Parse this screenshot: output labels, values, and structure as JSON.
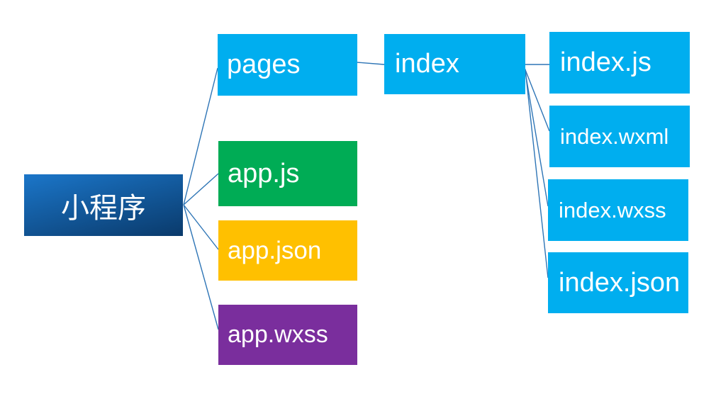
{
  "diagram": {
    "title": "",
    "connector_color": "#2e75b6",
    "root": {
      "label": "小程序",
      "color_top": "#1b76c9",
      "color_bottom": "#0a3a6b"
    },
    "nodes": {
      "pages": {
        "label": "pages",
        "color": "#00aeef"
      },
      "app_js": {
        "label": "app.js",
        "color": "#00ac55"
      },
      "app_json": {
        "label": "app.json",
        "color": "#ffc000"
      },
      "app_wxss": {
        "label": "app.wxss",
        "color": "#7a2e9d"
      },
      "index": {
        "label": "index",
        "color": "#00aeef"
      },
      "index_js": {
        "label": "index.js",
        "color": "#00aeef"
      },
      "index_wxml": {
        "label": "index.wxml",
        "color": "#00aeef"
      },
      "index_wxss": {
        "label": "index.wxss",
        "color": "#00aeef"
      },
      "index_json": {
        "label": "index.json",
        "color": "#00aeef"
      }
    },
    "edges": [
      {
        "from": "小程序",
        "to": "pages"
      },
      {
        "from": "小程序",
        "to": "app.js"
      },
      {
        "from": "小程序",
        "to": "app.json"
      },
      {
        "from": "小程序",
        "to": "app.wxss"
      },
      {
        "from": "pages",
        "to": "index"
      },
      {
        "from": "index",
        "to": "index.js"
      },
      {
        "from": "index",
        "to": "index.wxml"
      },
      {
        "from": "index",
        "to": "index.wxss"
      },
      {
        "from": "index",
        "to": "index.json"
      }
    ]
  }
}
